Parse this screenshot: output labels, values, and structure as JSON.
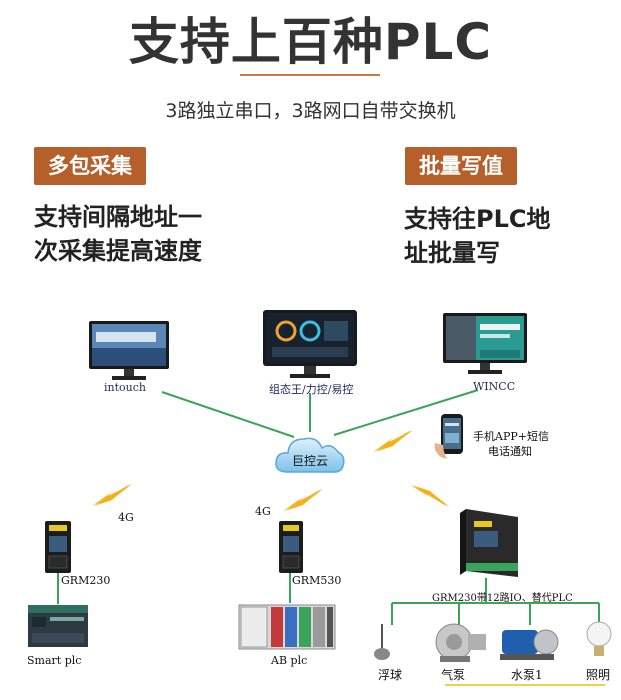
{
  "header": {
    "title": "支持上百种PLC",
    "subtitle": "3路独立串口，3路网口自带交换机"
  },
  "features": [
    {
      "badge": "多包采集",
      "line1": "支持间隔地址一",
      "line2": "次采集提高速度"
    },
    {
      "badge": "批量写值",
      "line1": "支持往PLC地",
      "line2": "址批量写"
    }
  ],
  "diagram": {
    "computers": [
      {
        "label": "intouch",
        "icon": "monitor-icon"
      },
      {
        "label": "组态王/力控/易控",
        "icon": "monitor-icon"
      },
      {
        "label": "WINCC",
        "icon": "monitor-icon"
      }
    ],
    "cloud": {
      "label": "巨控云",
      "icon": "cloud-icon"
    },
    "phone": {
      "line1": "手机APP+短信",
      "line2": "电话通知",
      "icon": "smartphone-icon"
    },
    "links": [
      {
        "label": "4G",
        "icon": "lightning-icon"
      },
      {
        "label": "4G",
        "icon": "lightning-icon"
      }
    ],
    "devices": [
      {
        "label": "GRM230",
        "icon": "gateway-icon"
      },
      {
        "label": "GRM530",
        "icon": "gateway-icon"
      },
      {
        "label": "GRM230带12路IO、替代PLC",
        "icon": "gateway-io-icon"
      }
    ],
    "plcs": [
      {
        "label": "Smart plc",
        "icon": "plc-icon"
      },
      {
        "label": "AB plc",
        "icon": "plc-icon"
      }
    ],
    "equipment": [
      {
        "label": "浮球",
        "icon": "float-switch-icon"
      },
      {
        "label": "气泵",
        "icon": "air-pump-icon"
      },
      {
        "label": "水泵1",
        "icon": "water-pump-icon"
      },
      {
        "label": "照明",
        "icon": "light-bulb-icon"
      }
    ],
    "colors": {
      "line": "#3aa55a",
      "lightning": "#f3b21b",
      "accent": "#b5602a"
    }
  }
}
